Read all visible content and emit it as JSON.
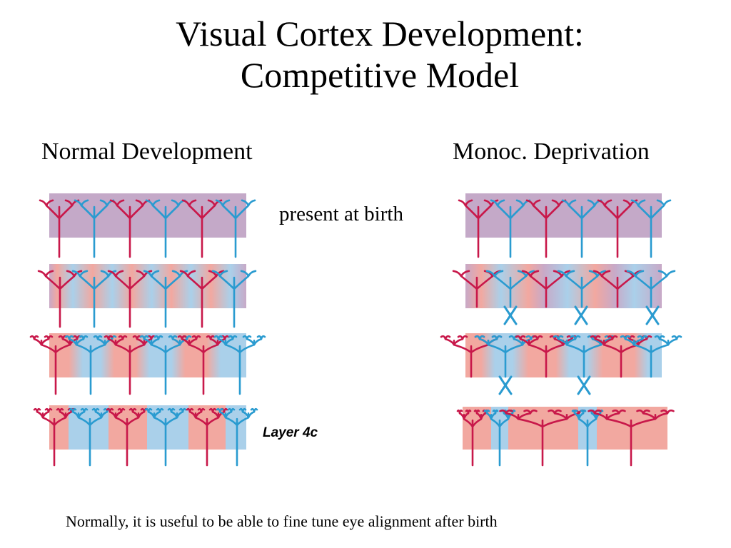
{
  "slide": {
    "title_line1": "Visual Cortex Development:",
    "title_line2": "Competitive Model",
    "left_heading": "Normal Development",
    "right_heading": "Monoc. Deprivation",
    "birth_note": "present at birth",
    "layer_label": "Layer 4c",
    "caption": "Normally, it is useful to be able to fine tune eye alignment after birth"
  },
  "colors": {
    "red_axon": "#c8184a",
    "blue_axon": "#2a9bd0",
    "pink_band": "#f2a8a0",
    "blue_band": "#aad0ea",
    "mixed_band": "#c4a9c8"
  }
}
